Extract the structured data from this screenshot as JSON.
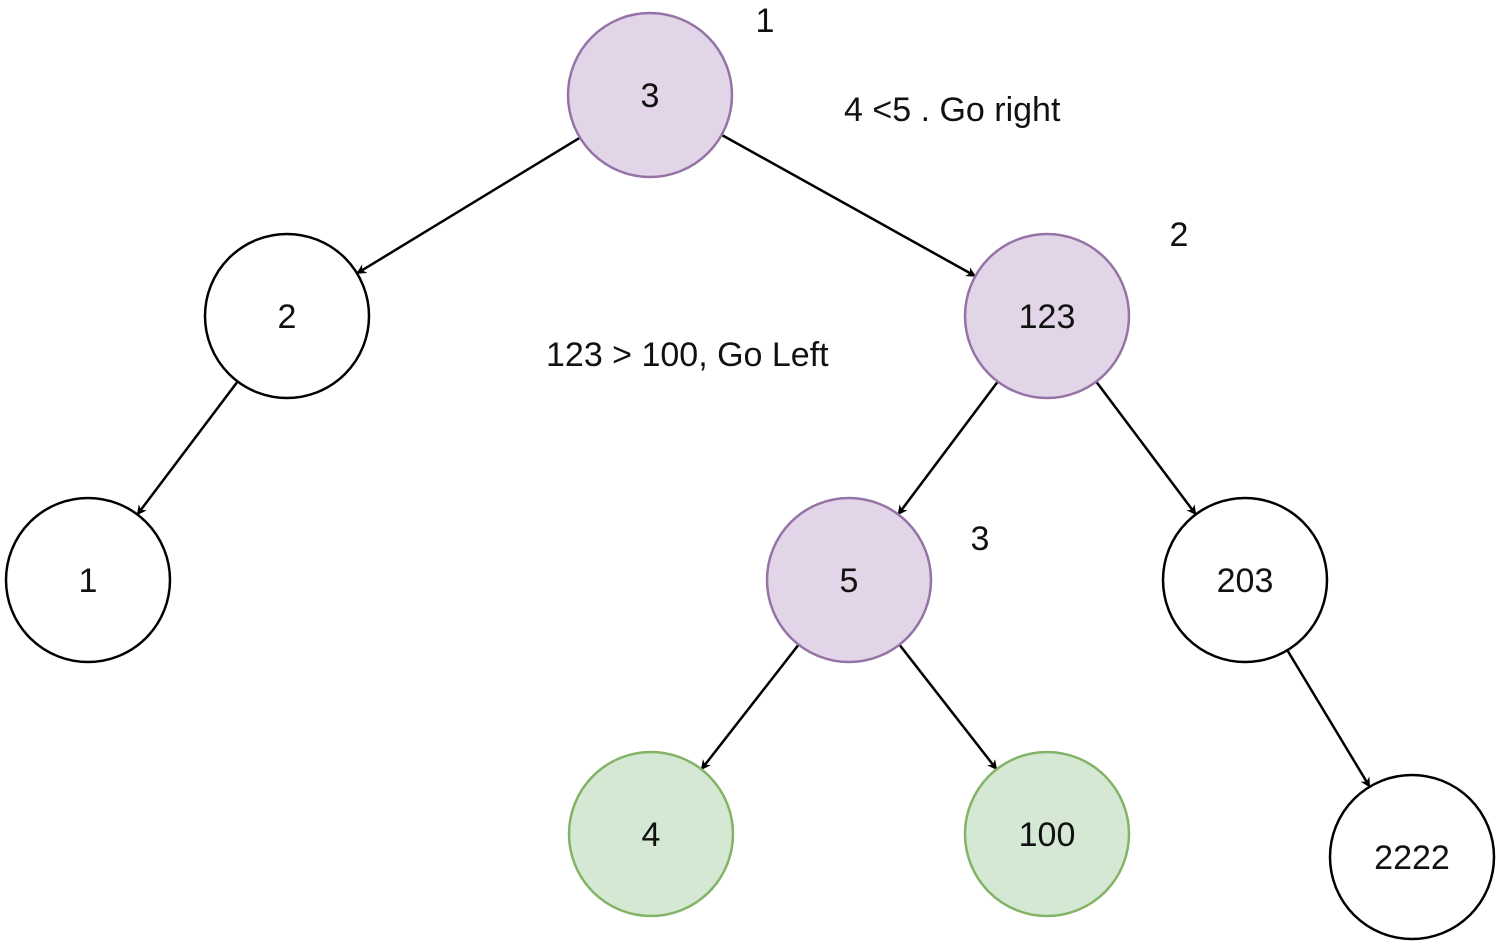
{
  "style": {
    "default_fill": "#ffffff",
    "default_stroke": "#000000",
    "path_fill": "#e1d5e7",
    "path_stroke": "#9673a6",
    "found_fill": "#d5e8d4",
    "found_stroke": "#82b366",
    "edge_color": "#000000"
  },
  "nodes": [
    {
      "id": "n3",
      "label": "3",
      "state": "path"
    },
    {
      "id": "n2",
      "label": "2",
      "state": "default"
    },
    {
      "id": "n123",
      "label": "123",
      "state": "path"
    },
    {
      "id": "n1",
      "label": "1",
      "state": "default"
    },
    {
      "id": "n5",
      "label": "5",
      "state": "path"
    },
    {
      "id": "n203",
      "label": "203",
      "state": "default"
    },
    {
      "id": "n4",
      "label": "4",
      "state": "found"
    },
    {
      "id": "n100",
      "label": "100",
      "state": "found"
    },
    {
      "id": "n2222",
      "label": "2222",
      "state": "default"
    }
  ],
  "edges": [
    {
      "from": "n3",
      "to": "n2"
    },
    {
      "from": "n3",
      "to": "n123"
    },
    {
      "from": "n2",
      "to": "n1"
    },
    {
      "from": "n123",
      "to": "n5"
    },
    {
      "from": "n123",
      "to": "n203"
    },
    {
      "from": "n5",
      "to": "n4"
    },
    {
      "from": "n5",
      "to": "n100"
    },
    {
      "from": "n203",
      "to": "n2222"
    }
  ],
  "annotations": {
    "step_1": "1",
    "step_2": "2",
    "step_3": "3",
    "note_root": "4 <5 . Go right",
    "note_123": "123 > 100, Go Left"
  }
}
